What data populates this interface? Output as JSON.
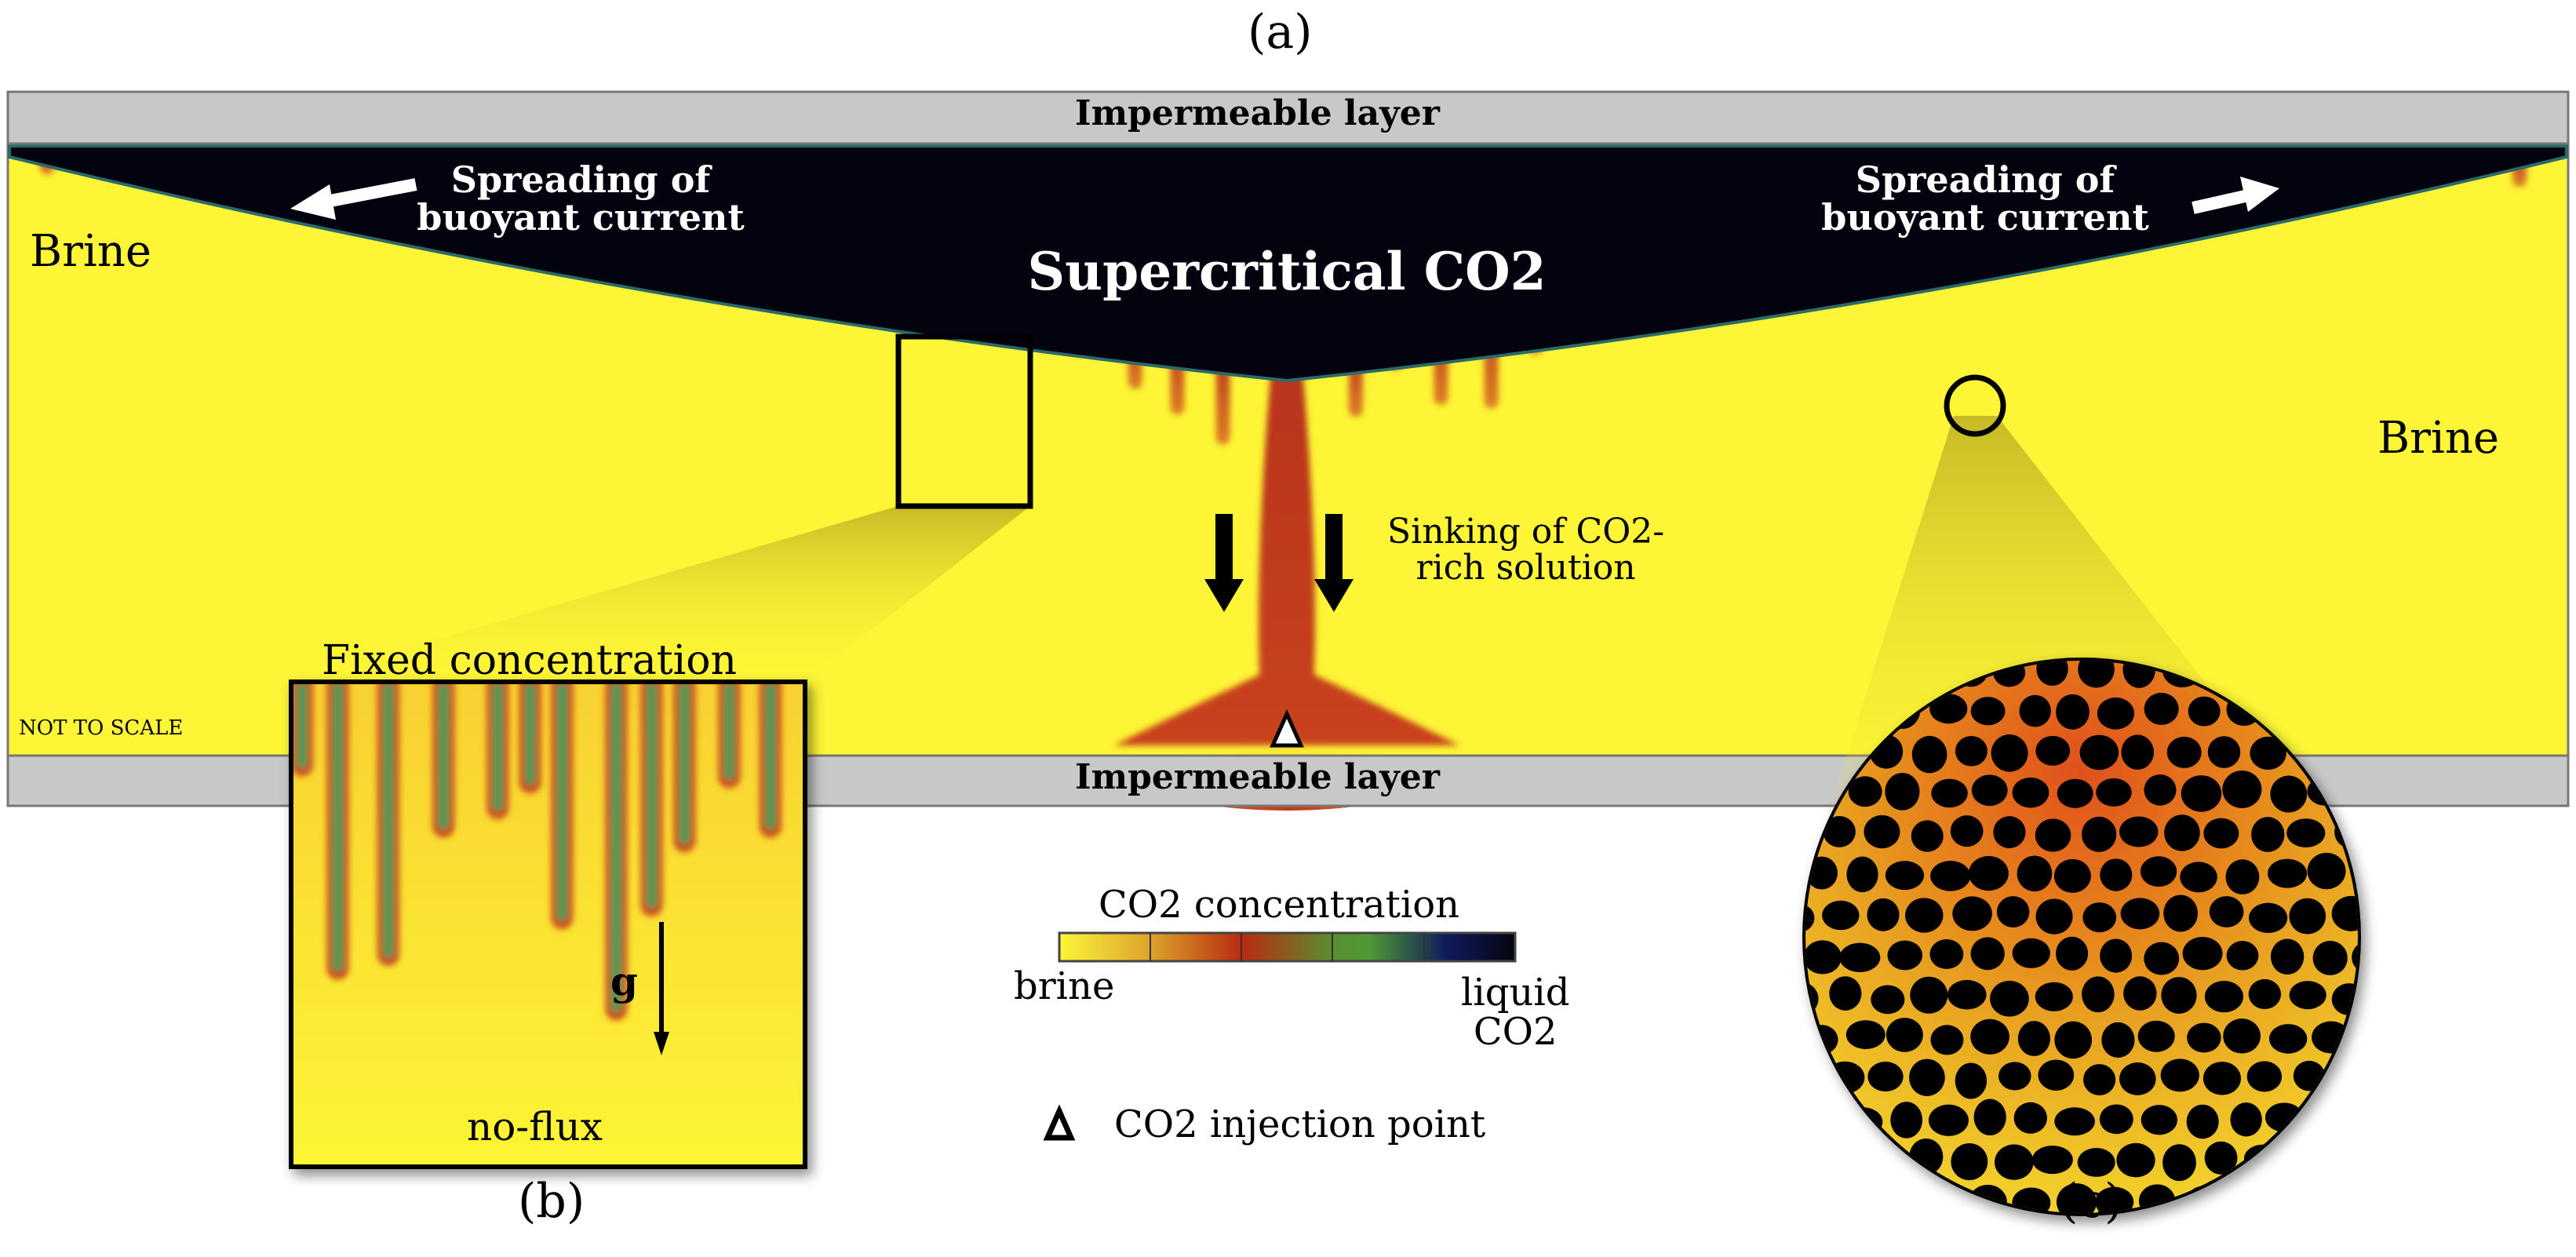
{
  "panel_labels": {
    "a": "(a)",
    "b": "(b)",
    "c": "(c)"
  },
  "layers": {
    "top": "Impermeable layer",
    "bottom": "Impermeable layer"
  },
  "regions": {
    "co2": "Supercritical CO2",
    "brine_left": "Brine",
    "brine_right": "Brine"
  },
  "annotations": {
    "spreading_left": [
      "Spreading of",
      "buoyant current"
    ],
    "spreading_right": [
      "Spreading of",
      "buoyant current"
    ],
    "sinking": [
      "Sinking of CO2-",
      "rich solution"
    ],
    "not_to_scale": "NOT TO SCALE"
  },
  "inset_b": {
    "top": "Fixed concentration",
    "bottom": "no-flux",
    "gravity": "g"
  },
  "colorbar": {
    "title": "CO2 concentration",
    "min_label": "brine",
    "max_label": [
      "liquid",
      "CO2"
    ],
    "colors": [
      "#fdf43a",
      "#dc8a22",
      "#b92a10",
      "#4e9a35",
      "#0f1a5a",
      "#050510"
    ]
  },
  "legend": {
    "injection": "CO2 injection point"
  },
  "colors": {
    "brine": "#fdf535",
    "co2": "#03030f",
    "layer": "#c8c8c8",
    "finger": "#c8461c"
  }
}
